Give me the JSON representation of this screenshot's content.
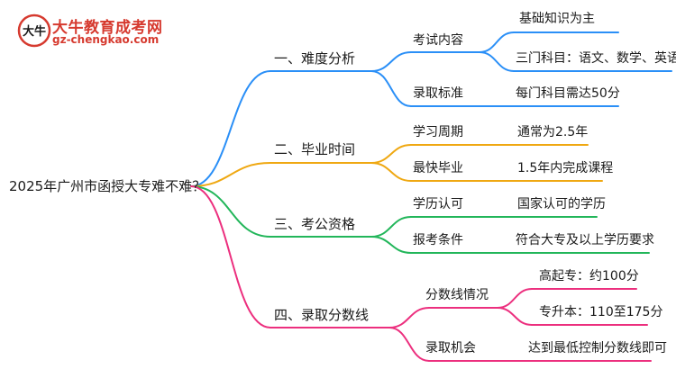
{
  "logo": {
    "name": "大牛教育成考网",
    "url": "gz-chengkao.com",
    "mark_text": "大牛"
  },
  "colors": {
    "blue": "#2a8ff7",
    "orange": "#efa812",
    "green": "#22b65a",
    "pink": "#ec2f7e"
  },
  "root": {
    "label": "2025年广州市函授大专难不难？"
  },
  "branches": [
    {
      "label": "一、难度分析",
      "color": "blue",
      "children": [
        {
          "label": "考试内容",
          "children": [
            "基础知识为主",
            "三门科目：语文、数学、英语"
          ]
        },
        {
          "label": "录取标准",
          "children": [
            "每门科目需达50分"
          ]
        }
      ]
    },
    {
      "label": "二、毕业时间",
      "color": "orange",
      "children": [
        {
          "label": "学习周期",
          "children": [
            "通常为2.5年"
          ]
        },
        {
          "label": "最快毕业",
          "children": [
            "1.5年内完成课程"
          ]
        }
      ]
    },
    {
      "label": "三、考公资格",
      "color": "green",
      "children": [
        {
          "label": "学历认可",
          "children": [
            "国家认可的学历"
          ]
        },
        {
          "label": "报考条件",
          "children": [
            "符合大专及以上学历要求"
          ]
        }
      ]
    },
    {
      "label": "四、录取分数线",
      "color": "pink",
      "children": [
        {
          "label": "分数线情况",
          "children": [
            "高起专：约100分",
            "专升本：110至175分"
          ]
        },
        {
          "label": "录取机会",
          "children": [
            "达到最低控制分数线即可"
          ]
        }
      ]
    }
  ]
}
